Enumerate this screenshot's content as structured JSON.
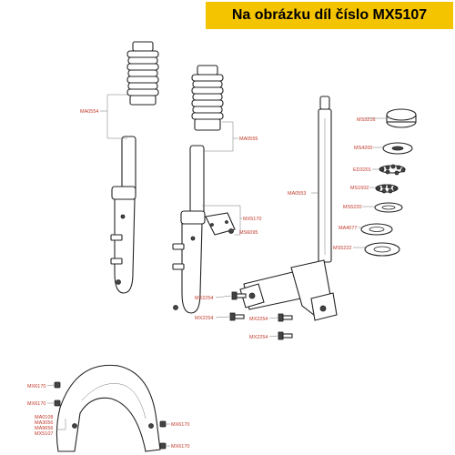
{
  "banner": {
    "text": "Na obrázku díl číslo MX5107",
    "color": "#f5c400"
  },
  "labels": {
    "ma0554": "MA0554",
    "ma0555": "MA0555",
    "mx5170_a": "MX5170",
    "ms6095": "MS6095",
    "ma0553": "MA0553",
    "ms5216": "MS5216",
    "ms4200": "MS4200",
    "ed3201": "ED3201",
    "ms1502": "MS1502",
    "ms5220": "MS5220",
    "ma4077": "MA4077",
    "ms5222": "MS5222",
    "mx2254_a": "MX2254",
    "mx2254_b": "MX2254",
    "mx2254_c": "MX2254",
    "mx2254_d": "MX2254",
    "mx6170_a": "MX6170",
    "mx6170_b": "MX6170",
    "mx6170_c": "MX6170",
    "mx6170_d": "MX6170",
    "ma0108": "MA0108",
    "ma3056": "MA3056",
    "ma9656": "MA9656",
    "mx5107": "MX5107"
  },
  "label_color": "#c0392b"
}
